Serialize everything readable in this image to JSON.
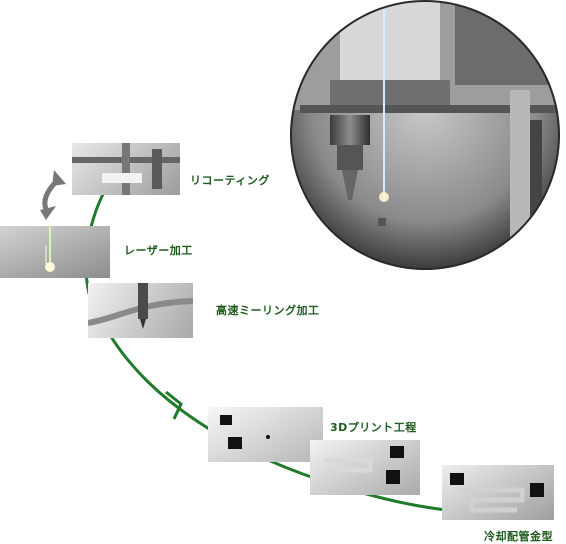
{
  "steps": [
    {
      "label": "リコーティング"
    },
    {
      "label": "レーザー加工"
    },
    {
      "label": "高速ミーリング加工"
    },
    {
      "label": "3Dプリント工程"
    },
    {
      "label": "冷却配管金型"
    }
  ],
  "colors": {
    "path": "#1f7a2a",
    "label": "#1e5b1e",
    "arrow_grey": "#777777"
  }
}
